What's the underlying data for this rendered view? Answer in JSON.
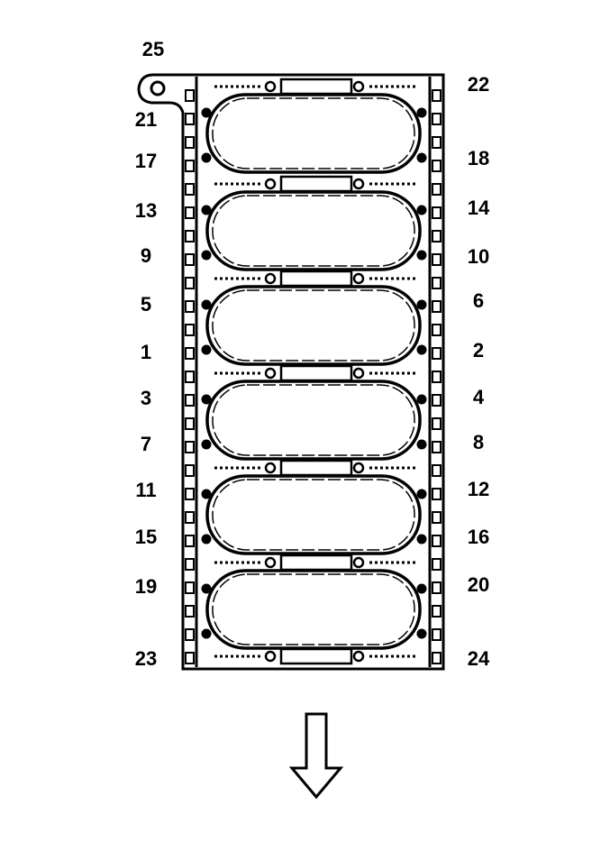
{
  "diagram": {
    "left_labels": [
      "25",
      "21",
      "17",
      "13",
      "9",
      "5",
      "1",
      "3",
      "7",
      "11",
      "15",
      "19",
      "23"
    ],
    "right_labels": [
      "22",
      "18",
      "14",
      "10",
      "6",
      "2",
      "4",
      "8",
      "12",
      "16",
      "20",
      "24"
    ],
    "cylinder_count": 6,
    "arrow_direction": "down",
    "ink_color": "#000000"
  }
}
